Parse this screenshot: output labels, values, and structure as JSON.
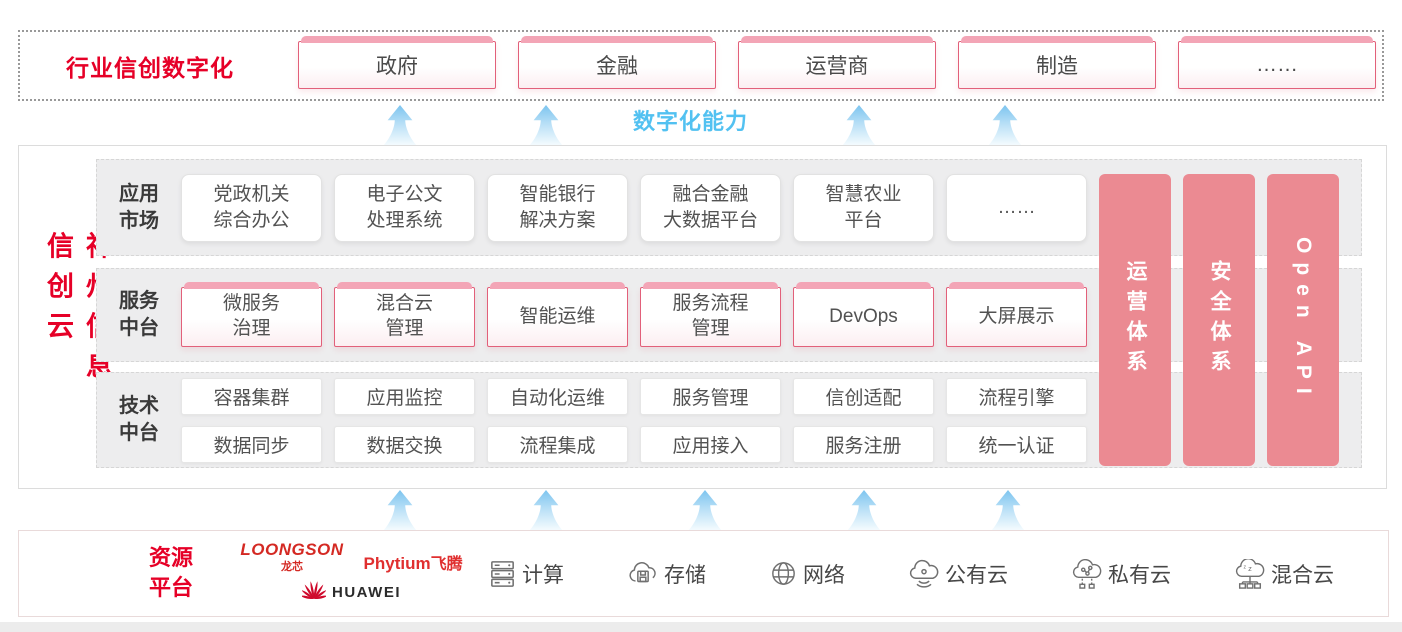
{
  "colors": {
    "accent_red": "#e60027",
    "pillar_pink": "#eb8a92",
    "capability_blue": "#52c1f1",
    "box_border_pink": "#e2607a"
  },
  "top_panel": {
    "label": "行业信创数字化",
    "items": [
      "政府",
      "金融",
      "运营商",
      "制造",
      "……"
    ]
  },
  "capability": {
    "label": "数字化能力"
  },
  "platform": {
    "title": "神州信息信创云",
    "rows": [
      {
        "label": "应用\n市场",
        "style": "plain",
        "items": [
          "党政机关\n综合办公",
          "电子公文\n处理系统",
          "智能银行\n解决方案",
          "融合金融\n大数据平台",
          "智慧农业\n平台",
          "……"
        ]
      },
      {
        "label": "服务\n中台",
        "style": "capped",
        "items": [
          "微服务\n治理",
          "混合云\n管理",
          "智能运维",
          "服务流程\n管理",
          "DevOps",
          "大屏展示"
        ]
      },
      {
        "label": "技术\n中台",
        "style": "grid",
        "sub_rows": [
          [
            "容器集群",
            "应用监控",
            "自动化运维",
            "服务管理",
            "信创适配",
            "流程引擎"
          ],
          [
            "数据同步",
            "数据交换",
            "流程集成",
            "应用接入",
            "服务注册",
            "统一认证"
          ]
        ]
      }
    ],
    "pillars": [
      "运营体系",
      "安全体系",
      "Open API"
    ]
  },
  "resources": {
    "label": "资源\n平台",
    "vendors": {
      "loongson_en": "LOONGSON",
      "loongson_cn": "龙芯",
      "phytium_en": "Phytium",
      "phytium_cn": "飞腾",
      "huawei": "HUAWEI"
    },
    "items": [
      {
        "icon": "compute-icon",
        "label": "计算"
      },
      {
        "icon": "storage-icon",
        "label": "存储"
      },
      {
        "icon": "network-icon",
        "label": "网络"
      },
      {
        "icon": "public-cloud-icon",
        "label": "公有云"
      },
      {
        "icon": "private-cloud-icon",
        "label": "私有云"
      },
      {
        "icon": "hybrid-cloud-icon",
        "label": "混合云"
      }
    ]
  }
}
